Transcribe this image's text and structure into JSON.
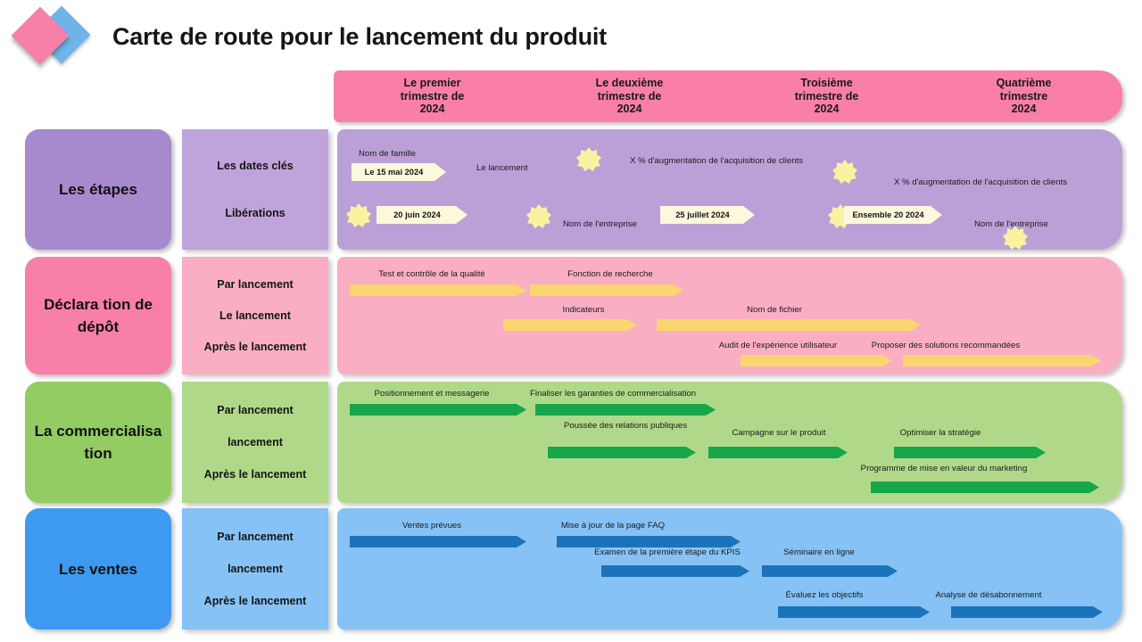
{
  "header": {
    "title": "Carte de route pour le lancement du produit",
    "logo": {
      "pink": "#F780A8",
      "blue": "#6FB4E8"
    }
  },
  "quarters": [
    {
      "line1": "Le premier",
      "line2": "trimestre de",
      "line3": "2024"
    },
    {
      "line1": "Le deuxième",
      "line2": "trimestre de",
      "line3": "2024"
    },
    {
      "line1": "Troisième",
      "line2": "trimestre de",
      "line3": "2024"
    },
    {
      "line1": "Quatrième",
      "line2": "trimestre",
      "line3": "2024"
    }
  ],
  "lanes": [
    {
      "title": "Les étapes",
      "title_color": "#A789CE",
      "sub_color": "#BFA3DB",
      "body_color": "#BBA0D8",
      "subitems": [
        "Les dates clés",
        "Libérations"
      ],
      "items": [
        {
          "label": "Nom de famille",
          "chevron": "Le 15 mai 2024"
        },
        {
          "label": "Le lancement",
          "chevron": ""
        },
        {
          "label": "",
          "chevron": "20 juin 2024"
        },
        {
          "label": "Nom de l'entreprise",
          "chevron": ""
        },
        {
          "label": "X % d'augmentation de l'acquisition de clients",
          "chevron": ""
        },
        {
          "label": "",
          "chevron": "25 juillet 2024"
        },
        {
          "label": "",
          "chevron": "Ensemble 20 2024"
        },
        {
          "label": "X % d'augmentation de l'acquisition de clients",
          "chevron": ""
        },
        {
          "label": "Nom de l'entreprise",
          "chevron": ""
        }
      ]
    },
    {
      "title": "Déclara tion de dépôt",
      "title_color": "#F97FAB",
      "sub_color": "#F9AEC4",
      "body_color": "#F9AEC4",
      "subitems": [
        "Par lancement",
        "Le lancement",
        "Après le lancement"
      ],
      "bar_color": "#FAD570",
      "items": [
        "Test et contrôle de la qualité",
        "Fonction de recherche",
        "Indicateurs",
        "Nom de fichier",
        "Audit de l'expérience utilisateur",
        "Proposer des solutions recommandées"
      ]
    },
    {
      "title": "La commercialisa tion",
      "title_color": "#92CC62",
      "sub_color": "#AFD989",
      "body_color": "#AFD989",
      "subitems": [
        "Par lancement",
        "lancement",
        "Après le lancement"
      ],
      "bar_color": "#17A64A",
      "items": [
        "Positionnement et messagerie",
        "Finaliser les garanties de commercialisation",
        "Poussée des relations publiques",
        "Campagne sur le produit",
        "Optimiser la stratégie",
        "Programme de mise en valeur du marketing"
      ]
    },
    {
      "title": "Les ventes",
      "title_color": "#3E9AF0",
      "sub_color": "#86C2F5",
      "body_color": "#86C2F5",
      "subitems": [
        "Par lancement",
        "lancement",
        "Après le lancement"
      ],
      "bar_color": "#1B74BB",
      "items": [
        "Ventes prévues",
        "Mise à jour de la page FAQ",
        "Examen de la première étape du KPIS",
        "Séminaire en ligne",
        "Évaluez les objectifs",
        "Analyse de désabonnement"
      ]
    }
  ],
  "chart_data": {
    "type": "table",
    "title": "Carte de route pour le lancement du produit",
    "categories": [
      "Le premier trimestre de 2024",
      "Le deuxième trimestre de 2024",
      "Troisième trimestre de 2024",
      "Quatrième trimestre 2024"
    ],
    "series": [
      {
        "name": "Les étapes",
        "values": [
          "Nom de famille / Le 15 mai 2024",
          "20 juin 2024",
          "Le lancement",
          "Nom de l'entreprise",
          "X % d'augmentation de l'acquisition de clients",
          "25 juillet 2024",
          "Ensemble 20 2024",
          "Nom de l'entreprise"
        ]
      },
      {
        "name": "Déclaration de dépôt",
        "values": [
          "Test et contrôle de la qualité",
          "Fonction de recherche",
          "Indicateurs",
          "Nom de fichier",
          "Audit de l'expérience utilisateur",
          "Proposer des solutions recommandées"
        ]
      },
      {
        "name": "La commercialisation",
        "values": [
          "Positionnement et messagerie",
          "Finaliser les garanties de commercialisation",
          "Poussée des relations publiques",
          "Campagne sur le produit",
          "Optimiser la stratégie",
          "Programme de mise en valeur du marketing"
        ]
      },
      {
        "name": "Les ventes",
        "values": [
          "Ventes prévues",
          "Mise à jour de la page FAQ",
          "Examen de la première étape du KPIS",
          "Séminaire en ligne",
          "Évaluez les objectifs",
          "Analyse de désabonnement"
        ]
      }
    ]
  }
}
